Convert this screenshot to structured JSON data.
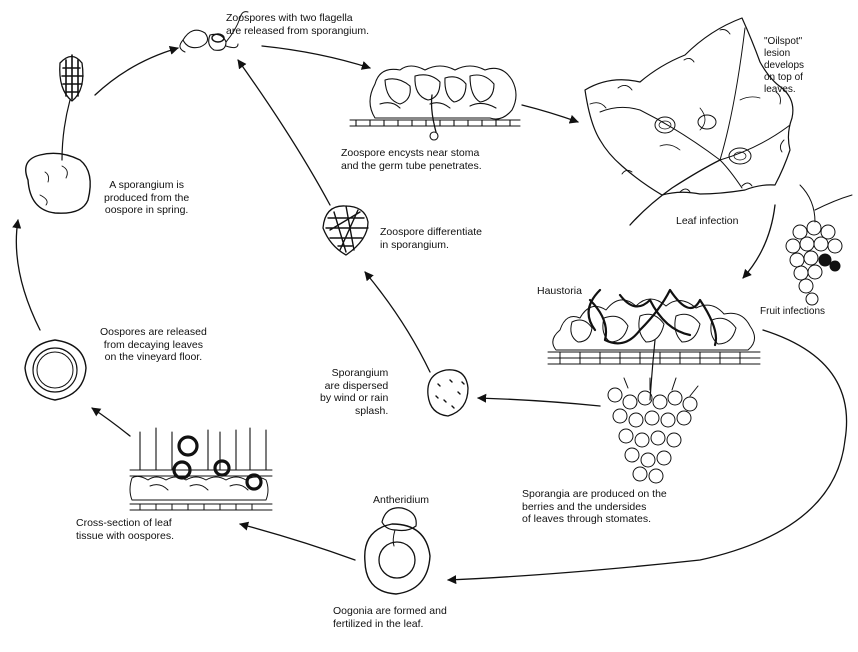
{
  "colors": {
    "ink": "#111111",
    "paper": "#ffffff"
  },
  "labels": {
    "zoospores_released": "Zoospores with two flagella\nare released from sporangium.",
    "oilspot": "\"Oilspot\"\nlesion\ndevelops\non top of\nleaves.",
    "zoospore_encysts": "Zoospore encysts near stoma\nand the germ tube penetrates.",
    "leaf_infection": "Leaf infection",
    "fruit_infections": "Fruit infections",
    "sporangium_produced": "A sporangium is\nproduced from the\noospore in spring.",
    "zoospore_differentiate": "Zoospore differentiate\nin sporangium.",
    "haustoria": "Haustoria",
    "oospores_released": "Oospores are released\nfrom decaying leaves\non the vineyard floor.",
    "sporangium_dispersed": "Sporangium\nare dispersed\nby wind or rain\nsplash.",
    "sporangia_produced": "Sporangia are produced on the\nberries and the undersides\nof leaves through stomates.",
    "antheridium": "Antheridium",
    "cross_section": "Cross-section of leaf\ntissue with oospores.",
    "oogonia": "Oogonia are formed and\nfertilized in the leaf."
  }
}
